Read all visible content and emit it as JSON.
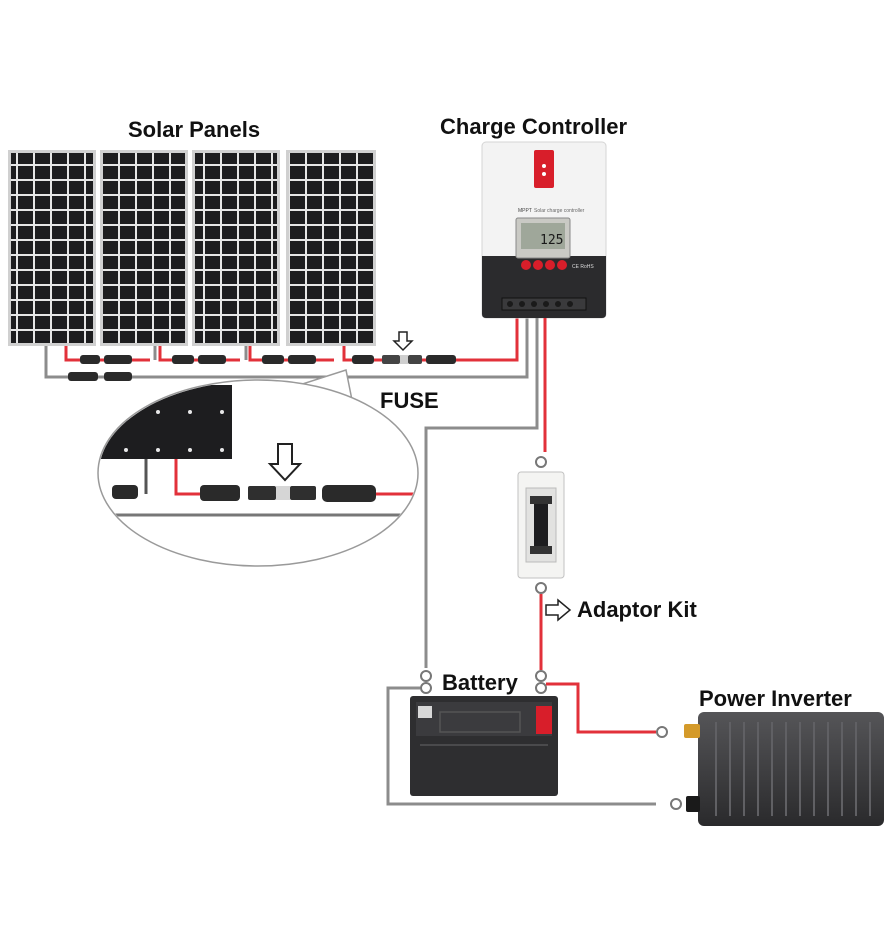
{
  "labels": {
    "solar_panels": "Solar Panels",
    "charge_controller": "Charge Controller",
    "fuse": "FUSE",
    "adaptor_kit": "Adaptor Kit",
    "battery": "Battery",
    "power_inverter": "Power Inverter"
  },
  "controller": {
    "lcd_value": "125",
    "brand_text": "MPPT",
    "model_text": "Solar charge controller",
    "cert_text": "CE RoHS"
  },
  "colors": {
    "wire_positive": "#e2313a",
    "wire_negative": "#8c8c8c",
    "panel_cell": "#1d1d1f",
    "panel_frame": "#c8c8c8",
    "controller_top": "#f2f2f2",
    "controller_bottom": "#2b2b2d",
    "indicator_red": "#d81e2a",
    "battery_body": "#2e2e30",
    "inverter_body": "#3a3a3c"
  },
  "icons": [
    "down-arrow-icon",
    "right-arrow-icon"
  ]
}
